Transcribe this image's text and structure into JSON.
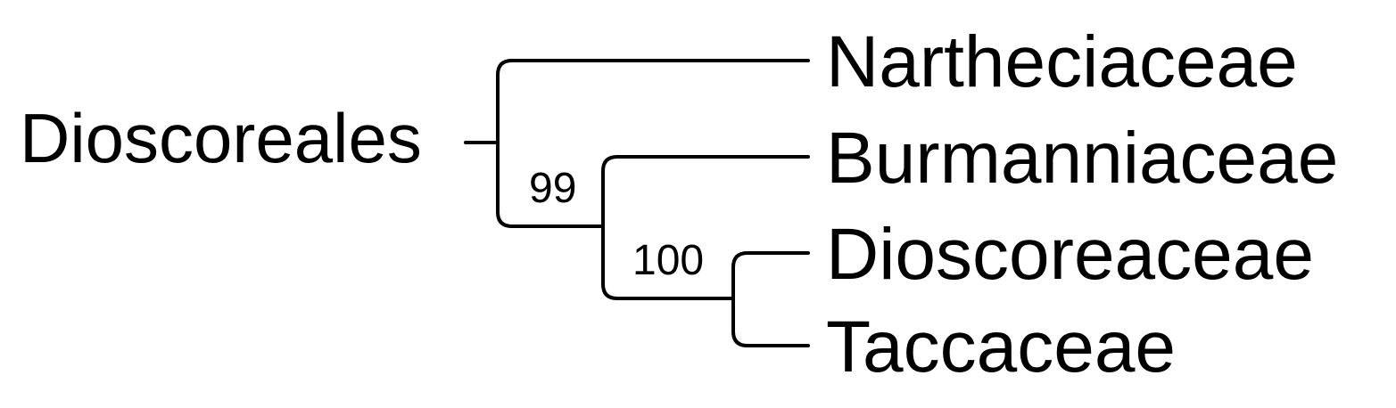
{
  "tree": {
    "root_label": "Dioscoreales",
    "taxa": [
      "Nartheciaceae",
      "Burmanniaceae",
      "Dioscoreaceae",
      "Taccaceae"
    ],
    "support_values": [
      "99",
      "100"
    ],
    "newick": "(Nartheciaceae,(Burmanniaceae,(Dioscoreaceae,Taccaceae)100)99)Dioscoreales"
  }
}
